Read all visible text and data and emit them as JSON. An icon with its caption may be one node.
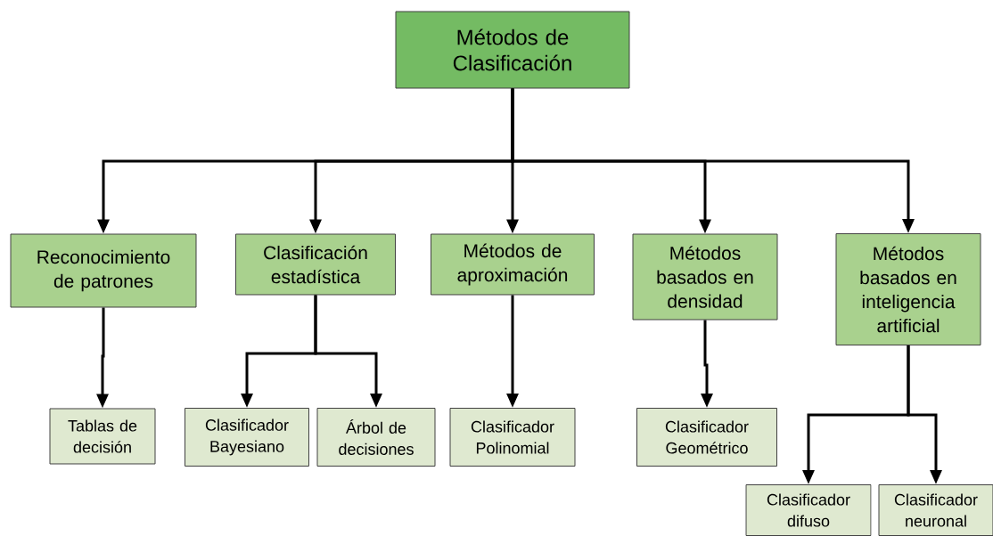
{
  "diagram": {
    "nodes": [
      {
        "text": [
          "Métodos de Clasificación"
        ]
      },
      {
        "text": [
          "Reconocimiento de patrones"
        ]
      },
      {
        "text": [
          "Clasificación estadística"
        ]
      },
      {
        "text": [
          "Métodos de aproximación"
        ]
      },
      {
        "text": [
          "Métodos basados en densidad"
        ]
      },
      {
        "text": [
          "Métodos basados en inteligencia artificial"
        ]
      },
      {
        "text": [
          "Tablas de decisión"
        ]
      },
      {
        "text": [
          "Clasificador Bayesiano"
        ]
      },
      {
        "text": [
          "Árbol de decisiones"
        ]
      },
      {
        "text": [
          "Clasificador Polinomial"
        ]
      },
      {
        "text": [
          "Clasificador Geométrico"
        ]
      },
      {
        "text": [
          "Clasificador difuso"
        ]
      },
      {
        "text": [
          "Clasificador neuronal"
        ]
      }
    ],
    "edges": [
      {
        "from": 0,
        "to": 1,
        "arrow": "to"
      },
      {
        "from": 0,
        "to": 2,
        "arrow": "to"
      },
      {
        "from": 0,
        "to": 3,
        "arrow": "to"
      },
      {
        "from": 0,
        "to": 4,
        "arrow": "to"
      },
      {
        "from": 0,
        "to": 5,
        "arrow": "to"
      },
      {
        "from": 1,
        "to": 6,
        "arrow": "to"
      },
      {
        "from": 2,
        "to": 7,
        "arrow": "to"
      },
      {
        "from": 2,
        "to": 8,
        "arrow": "to"
      },
      {
        "from": 3,
        "to": 9,
        "arrow": "to"
      },
      {
        "from": 4,
        "to": 10,
        "arrow": "to"
      },
      {
        "from": 5,
        "to": 11,
        "arrow": "to"
      },
      {
        "from": 5,
        "to": 12,
        "arrow": "to"
      }
    ]
  }
}
